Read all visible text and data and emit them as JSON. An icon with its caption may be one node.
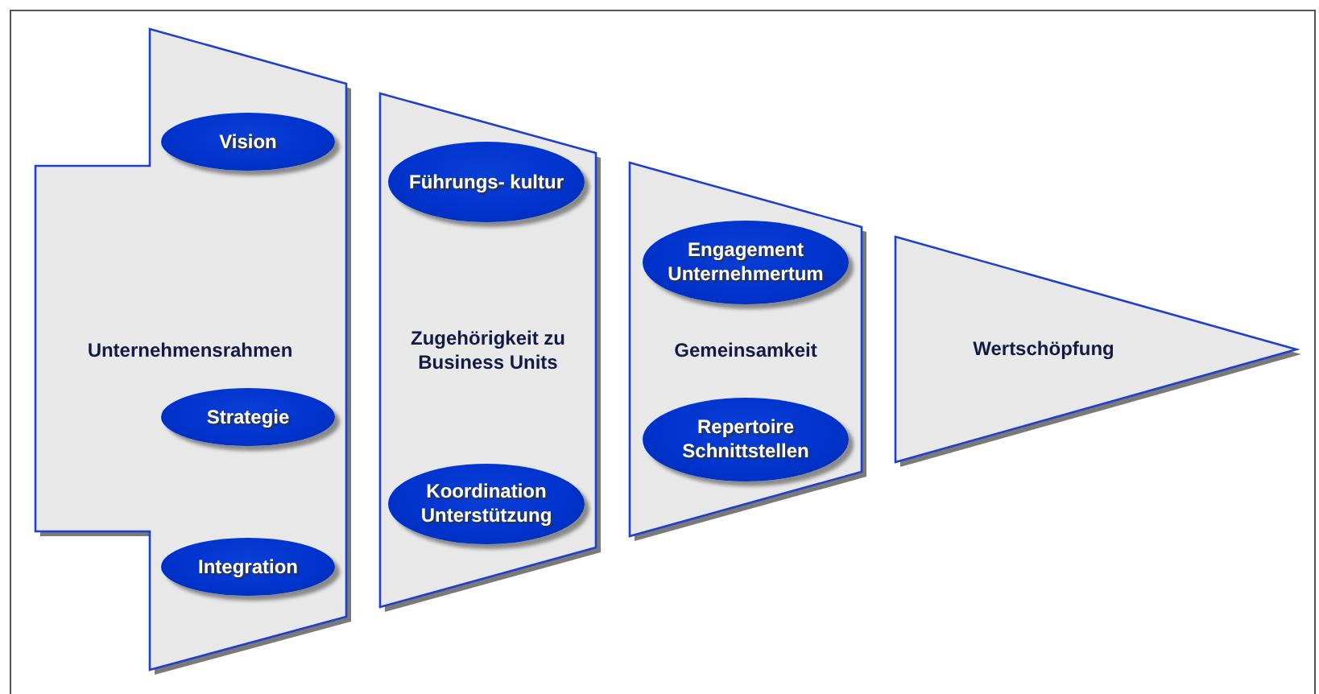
{
  "diagram": {
    "nodes": [
      {
        "text": [
          "Unternehmensrahmen"
        ]
      },
      {
        "text": [
          "Vision"
        ],
        "in": 0
      },
      {
        "text": [
          "Strategie"
        ],
        "in": 0
      },
      {
        "text": [
          "Integration"
        ],
        "in": 0
      },
      {
        "text": [
          "Zugehörigkeit zu Business Units"
        ]
      },
      {
        "text": [
          "Führungs- kultur"
        ],
        "in": 4
      },
      {
        "text": [
          "Koordination Unterstützung"
        ],
        "in": 4
      },
      {
        "text": [
          "Gemeinsamkeit"
        ]
      },
      {
        "text": [
          "Engagement Unternehmertum"
        ],
        "in": 7
      },
      {
        "text": [
          "Repertoire Schnittstellen"
        ],
        "in": 7
      },
      {
        "text": [
          "Wertschöpfung"
        ]
      }
    ]
  }
}
